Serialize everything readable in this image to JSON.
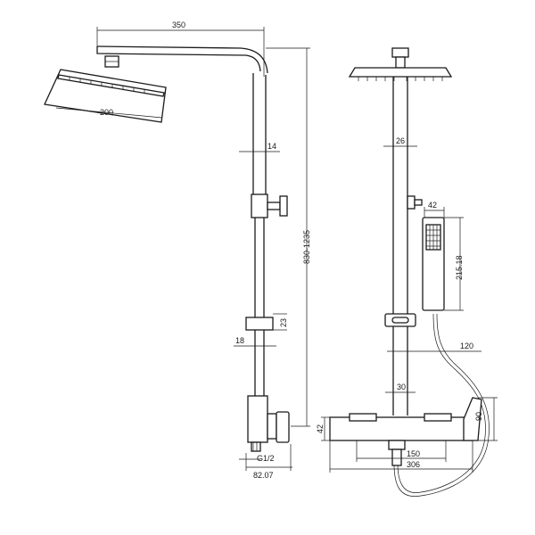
{
  "diagram": {
    "side_view": {
      "arm_length": "350",
      "head_width": "200",
      "pipe_diameter": "14",
      "total_height": "830-1235",
      "slider_height": "23",
      "slider_offset": "18",
      "thread": "G1/2",
      "base_depth": "82.07"
    },
    "front_view": {
      "pipe_width": "26",
      "handset_width": "42",
      "handset_length": "215.18",
      "hose_offset": "120",
      "riser_width": "30",
      "body_height": "42",
      "handle_height": "90",
      "center_distance": "150",
      "body_length": "306"
    }
  }
}
